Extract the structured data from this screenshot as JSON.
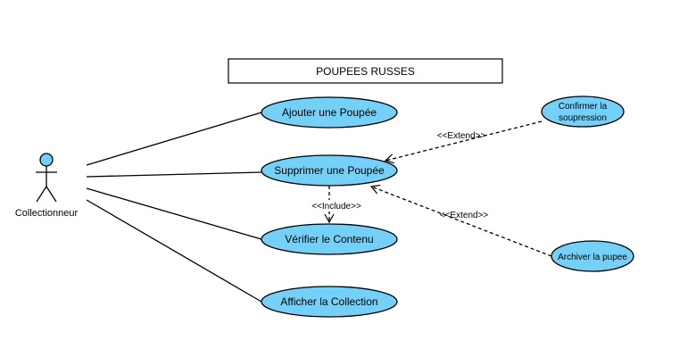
{
  "title": "POUPEES RUSSES",
  "actor": {
    "name": "Collectionneur"
  },
  "use_cases": [
    {
      "id": "ajouter",
      "lines": [
        "Ajouter une Poupée"
      ]
    },
    {
      "id": "supprimer",
      "lines": [
        "Supprimer une Poupée"
      ]
    },
    {
      "id": "verifier",
      "lines": [
        "Vérifier le Contenu"
      ]
    },
    {
      "id": "afficher",
      "lines": [
        "Afficher la Collection"
      ]
    },
    {
      "id": "confirmer",
      "lines": [
        "Confirmer la",
        "soupression"
      ]
    },
    {
      "id": "archiver",
      "lines": [
        "Archiver la pupee"
      ]
    }
  ],
  "relations": {
    "include_label": "<<Include>>",
    "extend_label_1": "<<Extend>>",
    "extend_label_2": "<<Extend>>"
  },
  "colors": {
    "use_case_fill": "#75d0f7",
    "line": "#000000",
    "background": "#ffffff"
  }
}
